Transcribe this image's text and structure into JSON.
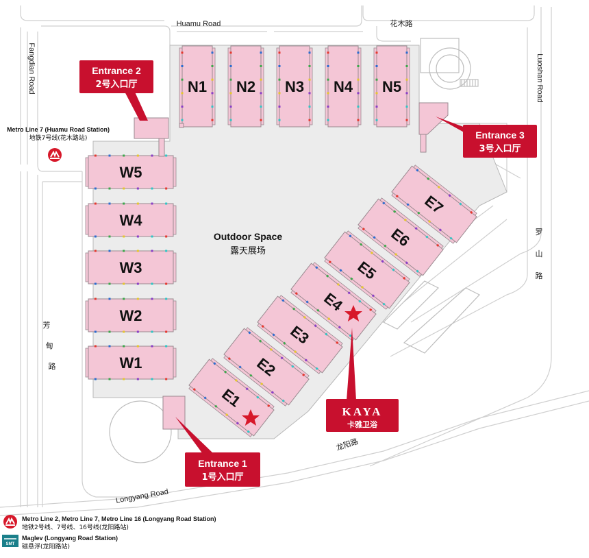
{
  "roads": {
    "huamu_en": "Huamu Road",
    "huamu_cn": "花木路",
    "fangdian_en": "Fangdian Road",
    "fangdian_cn": [
      "芳",
      "甸",
      "路"
    ],
    "luoshan_en": "Luoshan Road",
    "luoshan_cn": [
      "罗",
      "山",
      "路"
    ],
    "longyang_en": "Longyang Road",
    "longyang_cn": "龙阳路"
  },
  "halls": {
    "north": [
      "N1",
      "N2",
      "N3",
      "N4",
      "N5"
    ],
    "west": [
      "W5",
      "W4",
      "W3",
      "W2",
      "W1"
    ],
    "east": [
      "E1",
      "E2",
      "E3",
      "E4",
      "E5",
      "E6",
      "E7"
    ]
  },
  "outdoor": {
    "en": "Outdoor Space",
    "cn": "露天展场"
  },
  "entrances": {
    "e1": {
      "title": "Entrance 1",
      "sub": "1号入口厅"
    },
    "e2": {
      "title": "Entrance 2",
      "sub": "2号入口厅"
    },
    "e3": {
      "title": "Entrance 3",
      "sub": "3号入口厅"
    }
  },
  "metro_top": {
    "en": "Metro Line 7 (Huamu Road Station)",
    "cn": "地铁7号线(花木路站)"
  },
  "legend": {
    "metro_en": "Metro Line 2, Metro Line 7, Metro Line 16 (Longyang Road Station)",
    "metro_cn": "地铁2号线、7号线、16号线(龙阳路站)",
    "maglev_en": "Maglev (Longyang Road Station)",
    "maglev_cn": "磁悬浮(龙阳路站)",
    "smt_label": "SMT"
  },
  "brand": {
    "name_en": "KAYA",
    "name_cn": "卡雅卫浴"
  },
  "colors": {
    "hall_fill": "#f4c6d6",
    "hall_stroke": "#9a8a90",
    "ground": "#ececec",
    "accent_red": "#c8102e",
    "road_line": "#cfcfcf"
  },
  "icons": {
    "metro": "metro-logo-icon",
    "star": "star-marker-icon",
    "smt": "maglev-logo-icon"
  }
}
